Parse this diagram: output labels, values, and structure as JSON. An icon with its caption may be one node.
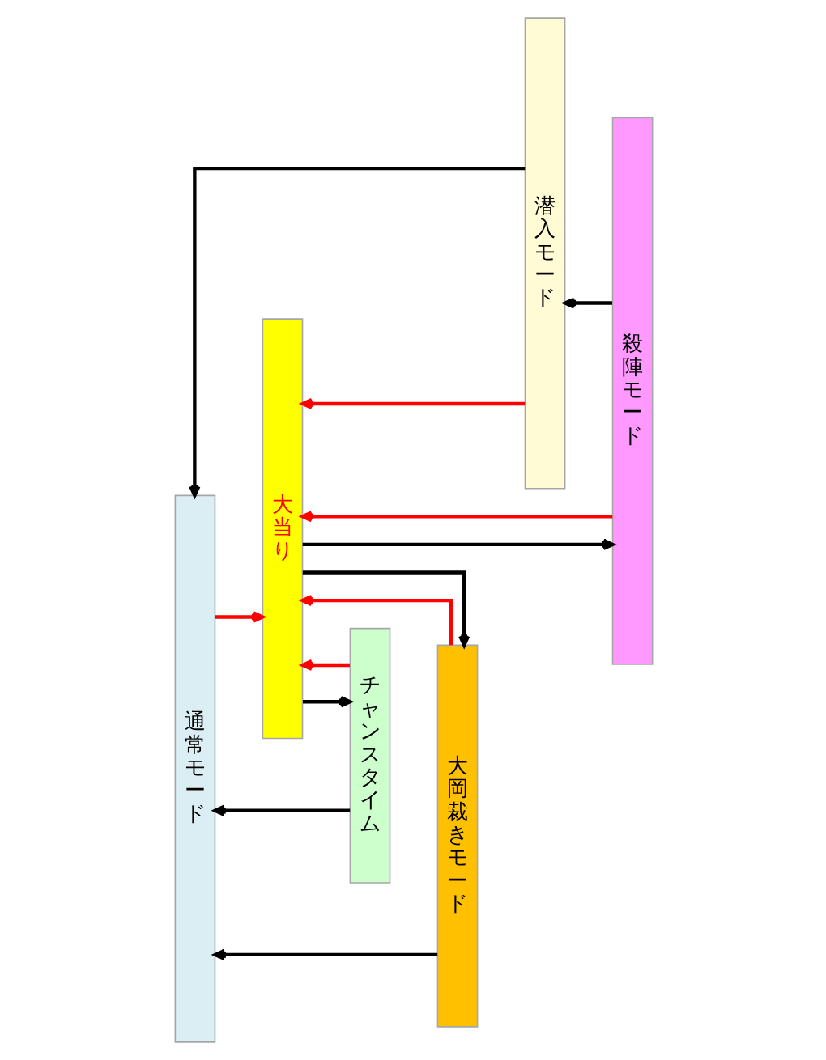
{
  "diagram": {
    "nodes": [
      {
        "text": [
          "通常モード"
        ]
      },
      {
        "text": [
          "大当り"
        ]
      },
      {
        "text": [
          "チャンスタイム"
        ]
      },
      {
        "text": [
          "大岡裁きモード"
        ]
      },
      {
        "text": [
          "潜入モード"
        ]
      },
      {
        "text": [
          "殺陣モード"
        ]
      }
    ],
    "edges": [
      {
        "from": 1,
        "to": 5,
        "arrow": "to"
      },
      {
        "from": 5,
        "to": 1,
        "arrow": "to",
        "color": "#ff0000"
      },
      {
        "from": 4,
        "to": 1,
        "arrow": "to",
        "color": "#ff0000"
      },
      {
        "from": 5,
        "to": 4,
        "arrow": "to"
      },
      {
        "from": 1,
        "to": 3,
        "arrow": "to"
      },
      {
        "from": 3,
        "to": 1,
        "arrow": "to",
        "color": "#ff0000"
      },
      {
        "from": 0,
        "to": 1,
        "arrow": "to",
        "color": "#ff0000"
      },
      {
        "from": 1,
        "to": 2,
        "arrow": "to"
      },
      {
        "from": 2,
        "to": 1,
        "arrow": "to",
        "color": "#ff0000"
      },
      {
        "from": 2,
        "to": 0,
        "arrow": "to"
      },
      {
        "from": 3,
        "to": 0,
        "arrow": "to"
      },
      {
        "from": 4,
        "to": 0,
        "arrow": "to"
      }
    ]
  }
}
